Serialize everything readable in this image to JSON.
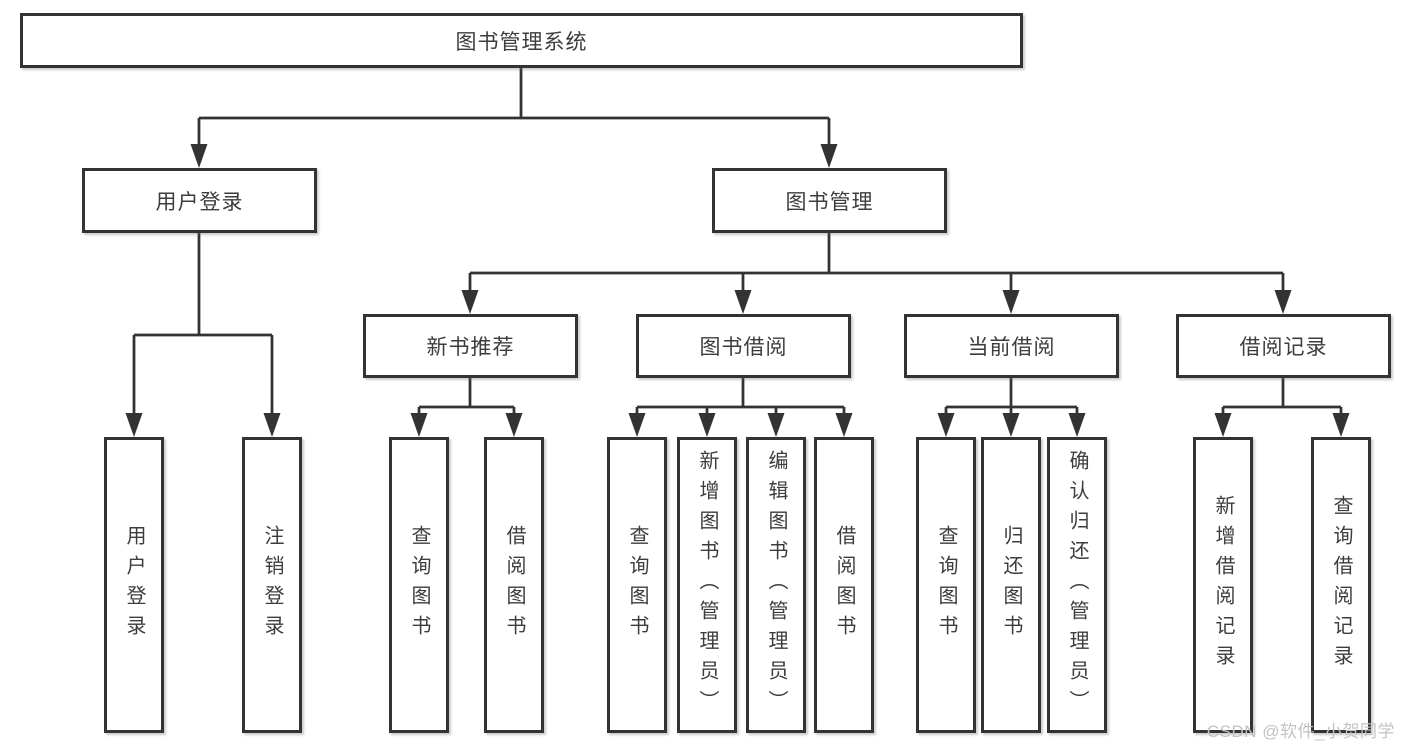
{
  "diagram": {
    "root": {
      "label": "图书管理系统"
    },
    "level2": [
      {
        "label": "用户登录"
      },
      {
        "label": "图书管理"
      }
    ],
    "level3": [
      {
        "label": "新书推荐"
      },
      {
        "label": "图书借阅"
      },
      {
        "label": "当前借阅"
      },
      {
        "label": "借阅记录"
      }
    ],
    "leaves": {
      "user_login": [
        {
          "label": "用户登录"
        },
        {
          "label": "注销登录"
        }
      ],
      "new_book_recommend": [
        {
          "label": "查询图书"
        },
        {
          "label": "借阅图书"
        }
      ],
      "book_borrow": [
        {
          "label": "查询图书"
        },
        {
          "label": "新增图书（管理员）"
        },
        {
          "label": "编辑图书（管理员）"
        },
        {
          "label": "借阅图书"
        }
      ],
      "current_borrow": [
        {
          "label": "查询图书"
        },
        {
          "label": "归还图书"
        },
        {
          "label": "确认归还（管理员）"
        }
      ],
      "borrow_record": [
        {
          "label": "新增借阅记录"
        },
        {
          "label": "查询借阅记录"
        }
      ]
    }
  },
  "watermark": {
    "text": "CSDN @软件_小贺同学"
  },
  "colors": {
    "line": "#333333",
    "box_border": "#333333",
    "text": "#3d3d3d",
    "watermark": "#c3c3c3",
    "background": "#ffffff"
  }
}
